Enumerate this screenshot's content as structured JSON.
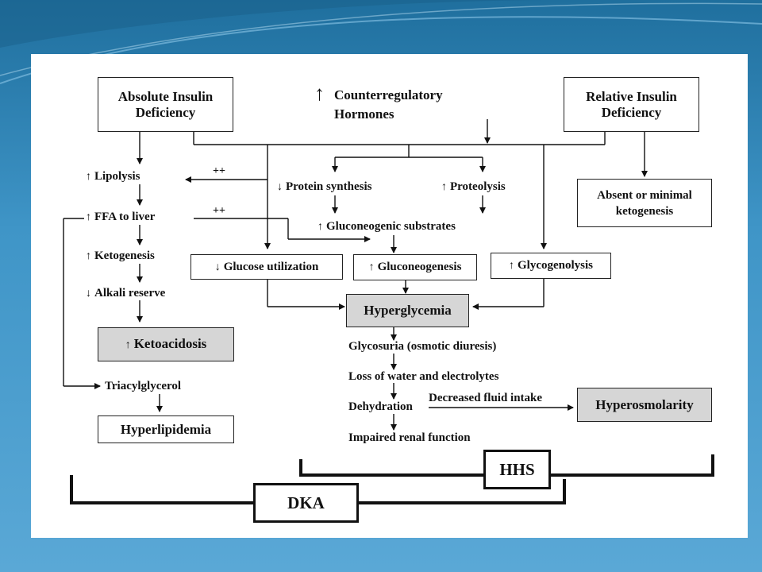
{
  "theme": {
    "background": "#3f95c7",
    "slide": "#ffffff",
    "box_shaded": "#d6d6d6",
    "line": "#222222"
  },
  "causes": {
    "absolute": "Absolute Insulin Deficiency",
    "counterregulatory": "Counterregulatory Hormones",
    "relative": "Relative Insulin Deficiency"
  },
  "left_chain": {
    "lipolysis": "Lipolysis",
    "ffa": "FFA to liver",
    "ketogenesis": "Ketogenesis",
    "alkali": "Alkali reserve",
    "ketoacidosis": "Ketoacidosis",
    "triacylglycerol": "Triacylglycerol",
    "hyperlipidemia": "Hyperlipidemia",
    "plus1": "++",
    "plus2": "++"
  },
  "middle": {
    "protein_synthesis": "Protein synthesis",
    "proteolysis": "Proteolysis",
    "gluconeogenic_substrates": "Gluconeogenic substrates",
    "glucose_utilization": "Glucose utilization",
    "gluconeogenesis": "Gluconeogenesis",
    "glycogenolysis": "Glycogenolysis",
    "absent_ketogenesis": "Absent or minimal ketogenesis"
  },
  "lower": {
    "hyperglycemia": "Hyperglycemia",
    "glycosuria": "Glycosuria (osmotic diuresis)",
    "loss": "Loss of water and electrolytes",
    "dehydration": "Dehydration",
    "decreased_fluid": "Decreased fluid intake",
    "hyperosmolarity": "Hyperosmolarity",
    "renal": "Impaired renal function"
  },
  "brackets": {
    "hhs": "HHS",
    "dka": "DKA"
  }
}
